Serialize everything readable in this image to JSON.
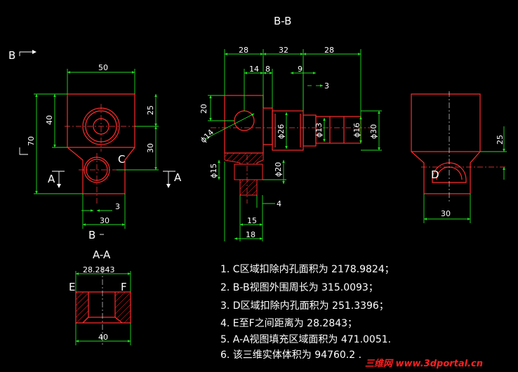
{
  "views": {
    "bb_title": "B-B",
    "aa_title": "A-A",
    "label_b": "B",
    "label_a": "A",
    "label_c": "C",
    "label_d": "D",
    "label_e": "E",
    "label_f": "F"
  },
  "front_dims": {
    "w50": "50",
    "h40": "40",
    "h70": "70",
    "h25": "25",
    "h30": "30",
    "w30": "30",
    "w3": "3"
  },
  "bb_dims": {
    "d28a": "28",
    "d32": "32",
    "d28b": "28",
    "d14": "14",
    "d8": "8",
    "d9": "9",
    "d3": "3",
    "d20": "20",
    "phi14": "ϕ14",
    "phi26": "ϕ26",
    "phi13": "ϕ13",
    "phi16": "ϕ16",
    "phi30": "ϕ30",
    "phi15": "ϕ15",
    "phi20": "ϕ20",
    "d4": "4",
    "d15": "15",
    "d18": "18"
  },
  "side_dims": {
    "d25": "25",
    "d30": "30"
  },
  "aa_dims": {
    "ef": "28.2843",
    "w40": "40"
  },
  "notes": [
    "1. C区域扣除内孔面积为 2178.9824；",
    "2. B-B视图外围周长为 315.0093；",
    "3. D区域扣除内孔面积为 251.3396；",
    "4. E至F之间距离为 28.2843；",
    "5. A-A视图填充区域面积为 471.0051.",
    "6. 该三维实体体积为 94760.2 ."
  ],
  "watermark": "三维网 www.3dportal.cn"
}
